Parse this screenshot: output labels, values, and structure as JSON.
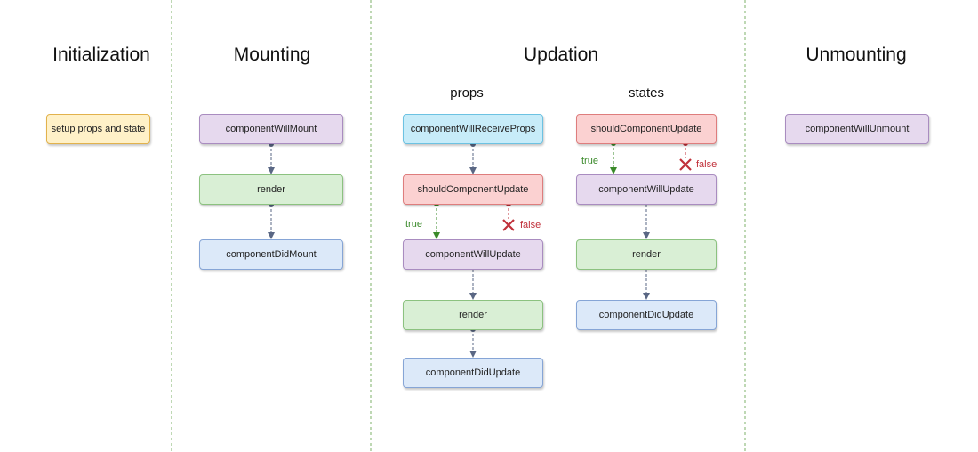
{
  "phases": {
    "initialization": "Initialization",
    "mounting": "Mounting",
    "updation": "Updation",
    "unmounting": "Unmounting"
  },
  "subphases": {
    "props": "props",
    "states": "states"
  },
  "nodes": {
    "setup": "setup props and state",
    "mount_will": "componentWillMount",
    "mount_render": "render",
    "mount_did": "componentDidMount",
    "props_receive": "componentWillReceiveProps",
    "props_should": "shouldComponentUpdate",
    "props_will": "componentWillUpdate",
    "props_render": "render",
    "props_did": "componentDidUpdate",
    "states_should": "shouldComponentUpdate",
    "states_will": "componentWillUpdate",
    "states_render": "render",
    "states_did": "componentDidUpdate",
    "unmount_will": "componentWillUnmount"
  },
  "branch_labels": {
    "true": "true",
    "false": "false"
  },
  "colors": {
    "divider": "#7cb26a",
    "arrow": "#5a6784",
    "true_branch": "#3a8a2a",
    "false_branch": "#c0303a"
  }
}
